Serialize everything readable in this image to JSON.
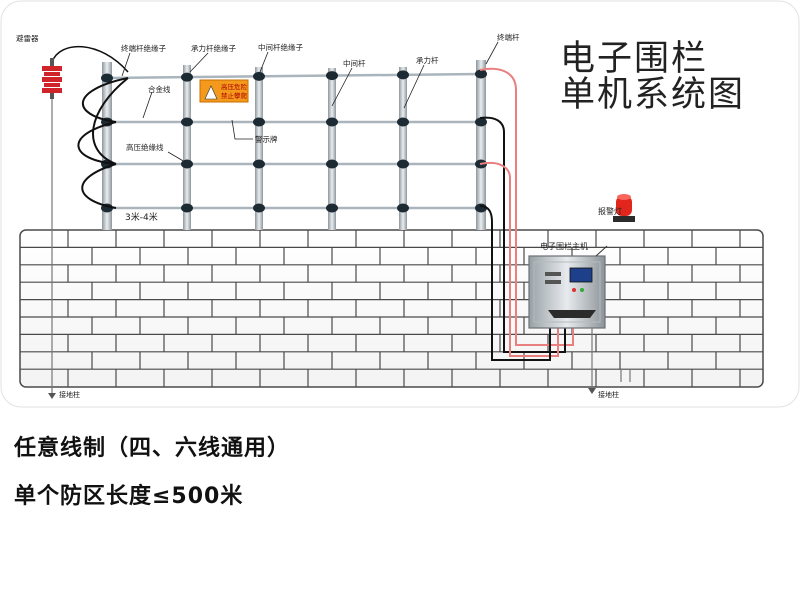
{
  "title": {
    "line1": "电子围栏",
    "line2": "单机系统图"
  },
  "labels": {
    "lightning_arrester": "避雷器",
    "end_post_insulator": "终端杆绝缘子",
    "tension_post_insulator": "承力杆绝缘子",
    "middle_post_insulator": "中间杆绝缘子",
    "middle_post": "中间杆",
    "tension_post": "承力杆",
    "end_post": "终端杆",
    "alloy_wire": "合金线",
    "warning_sign": "警示牌",
    "hv_insulated_wire": "高压绝缘线",
    "spacing": "3米-4米",
    "alarm_light": "报警灯",
    "host_unit": "电子围栏主机",
    "ground_post_left": "接地柱",
    "ground_post_right": "接地柱"
  },
  "sign": {
    "line1": "高压危险",
    "line2": "禁止攀爬"
  },
  "captions": {
    "line1": "任意线制（四、六线通用）",
    "line2": "单个防区长度≤500米"
  },
  "colors": {
    "wall_line": "#4a4a4a",
    "wire": "#a9b4bc",
    "hv_wire_pink": "#e88080",
    "hv_wire_black": "#111111",
    "sign_bg": "#f39a1d",
    "arrester_red": "#d0232a",
    "title": "#222222"
  }
}
